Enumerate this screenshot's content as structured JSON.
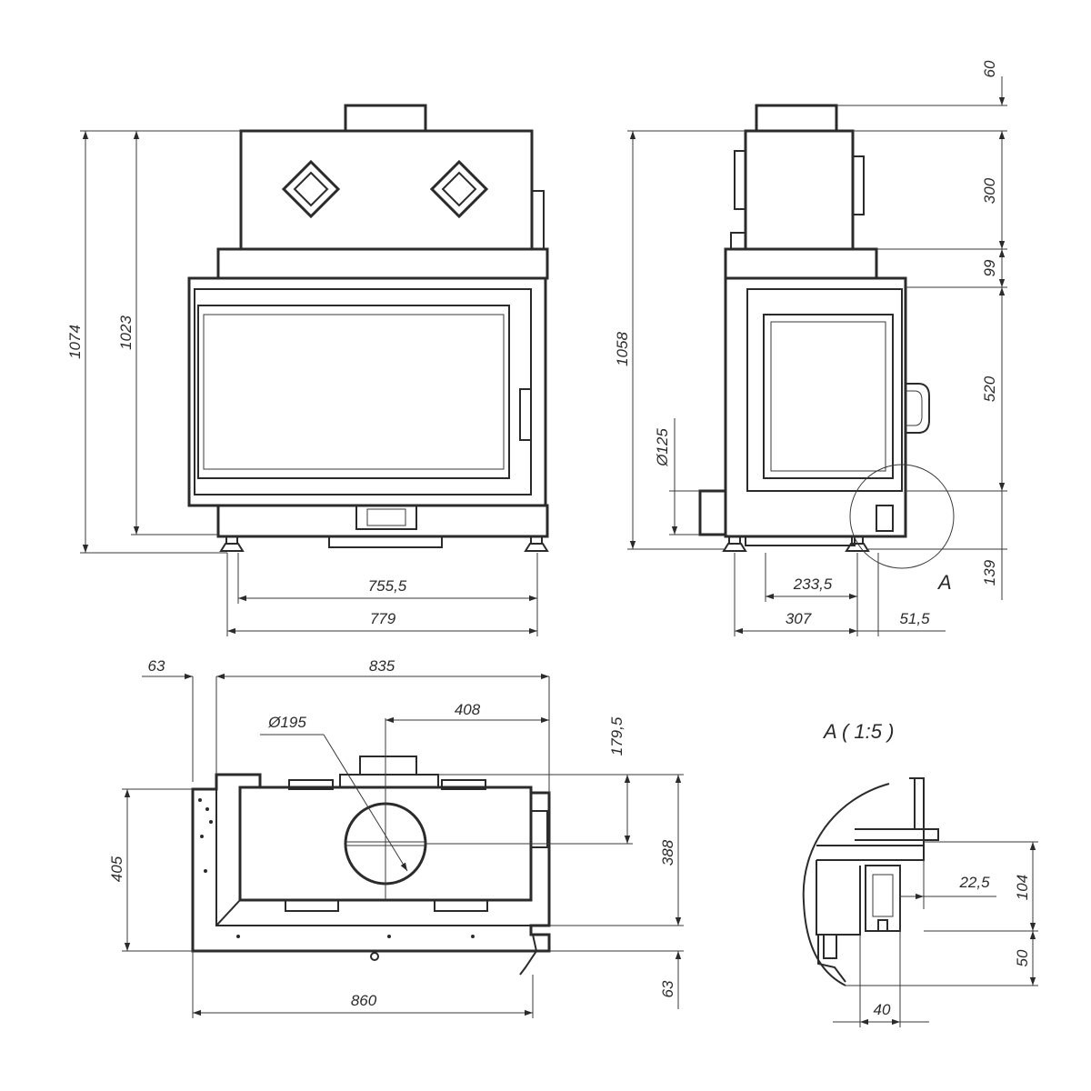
{
  "front_view": {
    "height_total": "1074",
    "height_body": "1023",
    "width_inner": "755,5",
    "width_outer": "779"
  },
  "side_view": {
    "height_total": "1058",
    "pipe_diameter": "Ø125",
    "top_extension": "60",
    "flue_section": "300",
    "upper_band": "99",
    "door_section": "520",
    "base_section": "139",
    "depth_inner": "233,5",
    "depth_outer": "307",
    "offset": "51,5",
    "detail_marker": "A"
  },
  "top_view": {
    "left_offset": "63",
    "width_body": "835",
    "flue_offset": "408",
    "flue_diameter": "Ø195",
    "flue_depth": "179,5",
    "depth_body": "388",
    "depth_total": "405",
    "front_offset": "63",
    "width_total": "860"
  },
  "detail_a": {
    "title": "A ( 1:5 )",
    "dim_horizontal": "22,5",
    "dim_upper": "104",
    "dim_lower": "50",
    "dim_width": "40"
  }
}
